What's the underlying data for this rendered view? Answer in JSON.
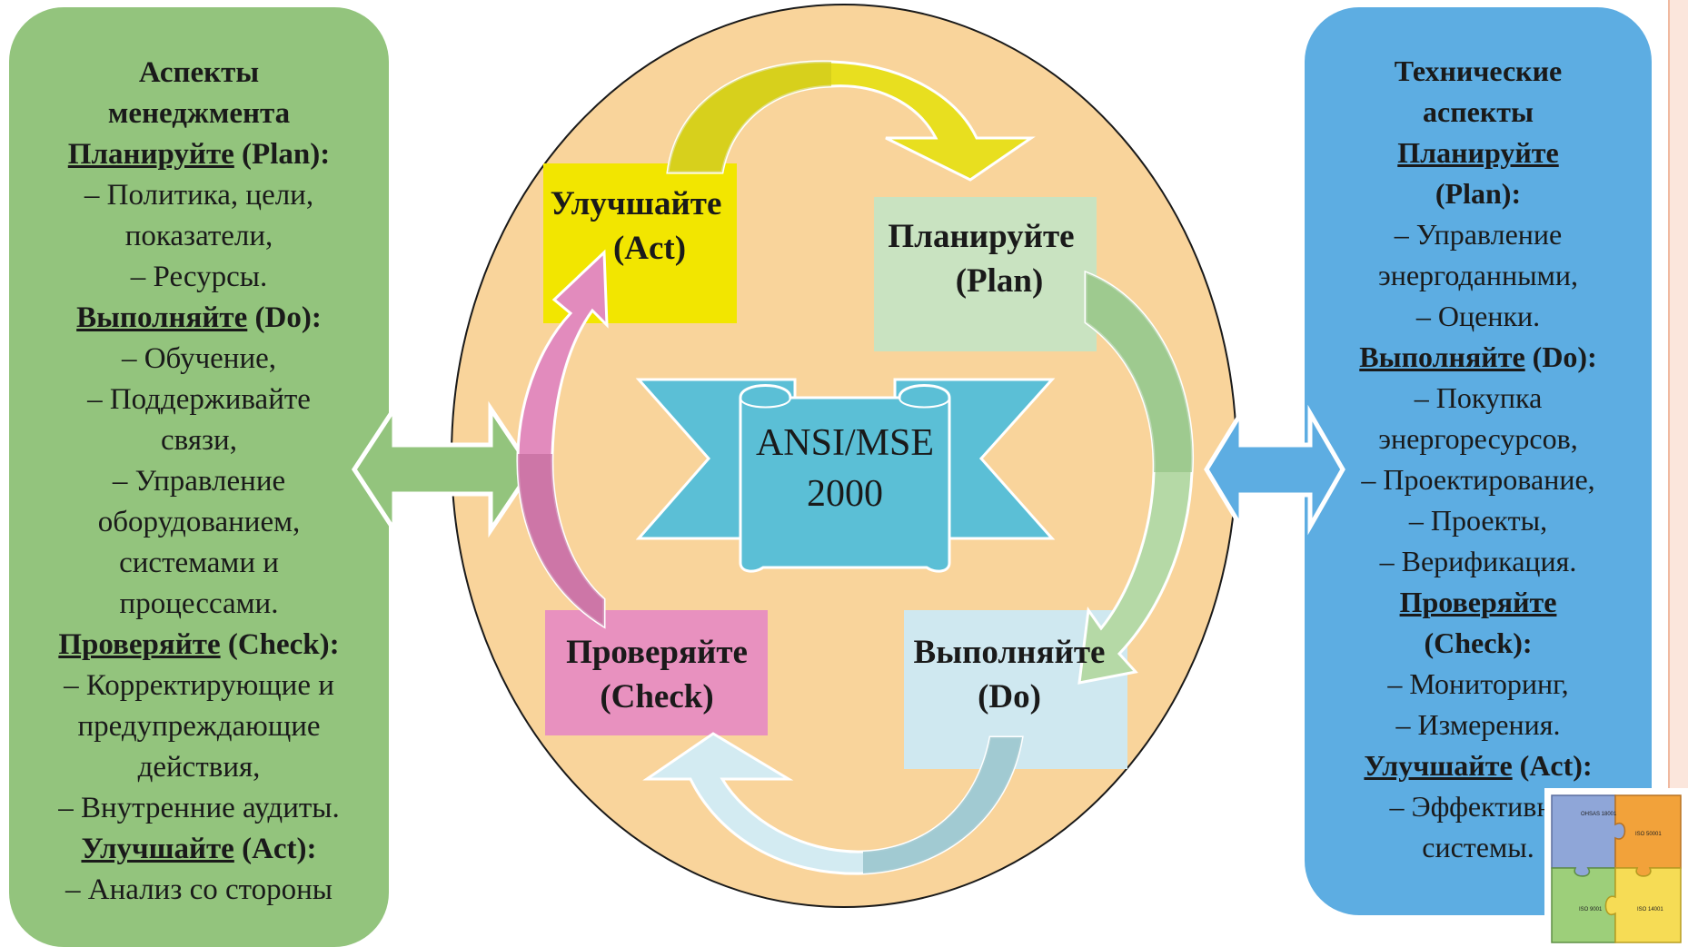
{
  "left_panel": {
    "title_1": "Аспекты",
    "title_2": "менеджмента",
    "plan_head": "Планируйте",
    "plan_tail": " (Plan):",
    "plan_items": [
      "– Политика, цели,",
      "показатели,",
      "– Ресурсы."
    ],
    "do_head": "Выполняйте",
    "do_tail": " (Do):",
    "do_items": [
      "– Обучение,",
      "– Поддерживайте",
      "связи,",
      "– Управление",
      "оборудованием,",
      "системами и",
      "процессами."
    ],
    "check_head": "Проверяйте",
    "check_tail": " (Check):",
    "check_items": [
      "– Корректирующие и",
      "предупреждающие",
      "действия,",
      "– Внутренние аудиты."
    ],
    "act_head": "Улучшайте",
    "act_tail": " (Act):",
    "act_items": [
      "– Анализ со стороны"
    ]
  },
  "right_panel": {
    "title_1": "Технические",
    "title_2": "аспекты",
    "plan_head": "Планируйте",
    "plan_tail": "(Plan):",
    "plan_items": [
      "– Управление",
      "энергоданными,",
      "– Оценки."
    ],
    "do_head": "Выполняйте",
    "do_tail": " (Do):",
    "do_items": [
      "– Покупка",
      "энергоресурсов,",
      "– Проектирование,",
      "– Проекты,",
      "– Верификация."
    ],
    "check_head": "Проверяйте",
    "check_tail": "(Check):",
    "check_items": [
      "– Мониторинг,",
      "– Измерения."
    ],
    "act_head": "Улучшайте",
    "act_tail": " (Act):",
    "act_items": [
      "– Эффективно",
      "системы."
    ]
  },
  "cycle": {
    "act_line1": "Улучшайте",
    "act_line2": "(Act)",
    "plan_line1": "Планируйте",
    "plan_line2": "(Plan)",
    "check_line1": "Проверяйте",
    "check_line2": "(Check)",
    "do_line1": "Выполняйте",
    "do_line2": "(Do)"
  },
  "banner": {
    "line1": "ANSI/MSE",
    "line2": "2000"
  },
  "puzzle": {
    "piece1": "OHSAS 18001",
    "piece2": "ISO 50001",
    "piece3": "ISO 9001",
    "piece4": "ISO 14001"
  },
  "colors": {
    "left_panel": "#93c47d",
    "right_panel": "#5dade2",
    "ellipse": "#f9d49b",
    "act_box": "#f2e600",
    "plan_box": "#c9e3c1",
    "check_box": "#e891bf",
    "do_box": "#cfe8f0",
    "banner": "#5bbfd6"
  }
}
